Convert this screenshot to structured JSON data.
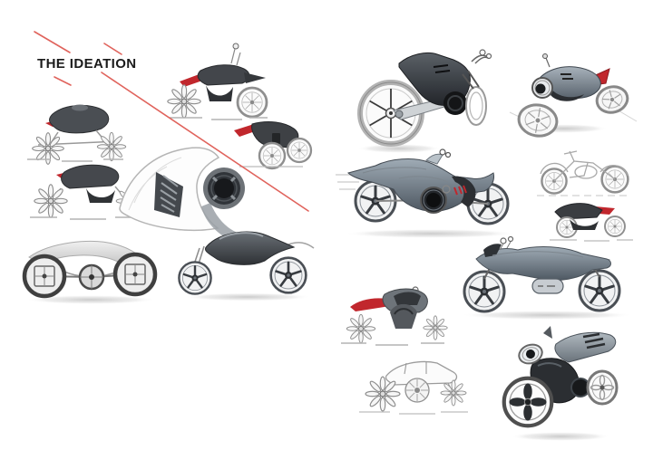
{
  "page": {
    "title": "THE IDEATION"
  },
  "colors": {
    "background": "#ffffff",
    "accent_red": "#c1272d",
    "line_red": "#e0635c",
    "sketch_dark": "#3f4347",
    "sketch_blue_gray": "#8d9aa6",
    "pencil_gray": "#9a9a9a"
  },
  "sketches": [
    {
      "name": "hoverbike-top-left",
      "description": "Small hover bike side view, red wing canopy, propeller star wheels"
    },
    {
      "name": "hoverbike-mid-left",
      "description": "Hover bike side view, red wing, dark fender, propeller star wheels"
    },
    {
      "name": "hoverbike-top-middle",
      "description": "Hover motorcycle with red seat, propeller front wheel and spoked rear wheel"
    },
    {
      "name": "small-bike-red-seat",
      "description": "Small dark motorcycle sketch with red seat and thin spoked wheels"
    },
    {
      "name": "turbine-detail",
      "description": "Close-up detail sketch of white cowl with dark turbine exhaust nozzle and vent slats"
    },
    {
      "name": "motorcycle-side-left",
      "description": "Pencil side view motorcycle, heavy rimmed wheels with hub plates and center disc"
    },
    {
      "name": "motorcycle-side-center",
      "description": "Pencil side view motorcycle with glossy dark tank and five-spoke wheels"
    },
    {
      "name": "motorcycle-big-front-wheel",
      "description": "Rendered motorcycle with large white rear wheel, dark body, red tail stripe and round exhaust"
    },
    {
      "name": "motorcycle-three-quarter-red-tail",
      "description": "Three-quarter view concept with round headlight pod and red tail cone"
    },
    {
      "name": "motorcycle-side-blue",
      "description": "Large blue-gray rendered motorcycle side view, central turbine, red vent slats"
    },
    {
      "name": "motorcycle-line-sketch",
      "description": "Light pencil line sketch of a motorcycle with spoked wheels"
    },
    {
      "name": "motorcycle-dark-red-tail",
      "description": "Small dark-bodied motorcycle with red tail and light petal wheels"
    },
    {
      "name": "hoverbike-red-nose",
      "description": "Hover bike with red nose wing, gray canopy, arch fender and propeller wheels"
    },
    {
      "name": "motorcycle-big-bottom",
      "description": "Large blue-gray motorcycle side view facing left, red tail accent, engine capsule"
    },
    {
      "name": "vehicle-line-sketch-bottom",
      "description": "Pencil line sketch of canopy vehicle with radial engine and propeller wheels"
    },
    {
      "name": "motorcycle-three-quarter-bottom-right",
      "description": "Three-quarter front view motorcycle, petal-pattern front wheel, gray tail nacelle"
    }
  ],
  "decorations": {
    "red_diagonal_lines": "crossing red accent strokes around the title and a long diagonal toward lower right"
  }
}
